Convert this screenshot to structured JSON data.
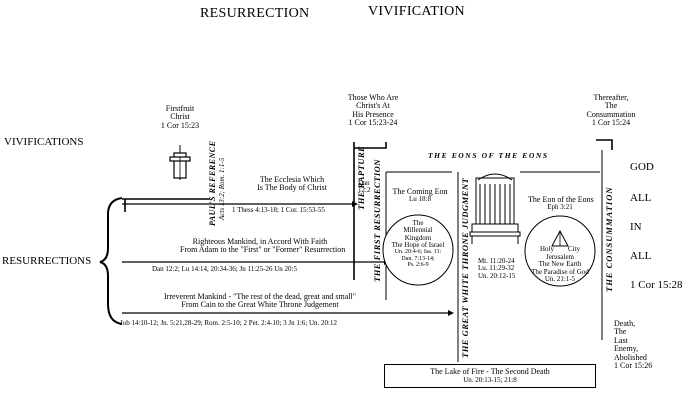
{
  "headings": {
    "resurrection": "RESURRECTION",
    "vivification": "VIVIFICATION"
  },
  "row_labels": {
    "vivifications": "VIVIFICATIONS",
    "resurrections": "RESURRECTIONS"
  },
  "firstfruit": {
    "line1": "Firstfruit",
    "line2": "Christ",
    "ref": "1 Cor 15:23"
  },
  "presence": {
    "line1": "Those Who Are",
    "line2": "Christ's At",
    "line3": "His Presence",
    "ref": "1 Cor 15:23-24"
  },
  "consummation_top": {
    "line1": "Thereafter,",
    "line2": "The",
    "line3": "Consummation",
    "ref": "1 Cor 15:24"
  },
  "vertical_labels": {
    "pauls_reference": "PAUL'S REFERENCE",
    "pauls_refs": "Acts 13:2; Rom. 1:1-5",
    "rapture": "THE RAPTURE",
    "first_resurrection": "THE FIRST RESURRECTION",
    "great_white_throne": "THE GREAT WHITE THRONE JUDGMENT",
    "consummation": "THE CONSUMMATION",
    "eons": "THE EONS OF THE EONS"
  },
  "ecclesia": {
    "line1": "The Ecclesia Which",
    "line2": "Is The Body of Christ",
    "refs": "1 Thess 4:13-18; 1 Cor. 15:53-55",
    "dan": "Dan",
    "dan_ref": "12:2"
  },
  "righteous": {
    "line1": "Righteous Mankind, in Accord With Faith",
    "line2": "From Adam to the \"First\" or \"Former\" Resurrection",
    "refs": "Dan 12:2; Lu 14:14, 20:34-36; Jn 11:25-26 Un 20:5"
  },
  "irreverent": {
    "line1": "Irreverent Mankind - \"The rest of the dead, great and small\"",
    "line2": "From Cain to the Great White Throne Judgement",
    "refs": "Job 14:10-12; Jn. 5:21,28-29; Rom. 2:5-10; 2 Pet. 2:4-10; 3 Jn 1:6; Un. 20:12"
  },
  "coming_eon": {
    "line1": "The Coming Eon",
    "ref": "Lu 18:8",
    "kingdom1": "The",
    "kingdom2": "Millennial",
    "kingdom3": "Kingdom",
    "kingdom4": "The Hope of Israel",
    "kingdom_ref1": "Un. 20:4-6; Isa. 11:",
    "kingdom_ref2": "Dan. 7:13-14;",
    "kingdom_ref3": "Ps. 2:6-9"
  },
  "throne_refs": {
    "ref1": "Mt. 11:20-24",
    "ref2": "Lu. 11:29-32",
    "ref3": "Un. 20:12-15"
  },
  "eon_of_eons": {
    "line1": "The Eon of the Eons",
    "ref": "Eph 3:21",
    "j1": "Holy",
    "j2": "City",
    "j3": "Jerusalem",
    "j4": "The New Earth",
    "j5": "The Paradise of God",
    "j6": "Un. 21:1-5"
  },
  "god_all": {
    "god": "GOD",
    "all1": "ALL",
    "in": "IN",
    "all2": "ALL",
    "ref": "1 Cor 15:28"
  },
  "lake": {
    "line1": "The Lake of Fire - The Second Death",
    "ref": "Un. 20:13-15; 21:8"
  },
  "death": {
    "line1": "Death,",
    "line2": "The",
    "line3": "Last",
    "line4": "Enemy,",
    "line5": "Abolished",
    "ref": "1 Cor 15:26"
  }
}
